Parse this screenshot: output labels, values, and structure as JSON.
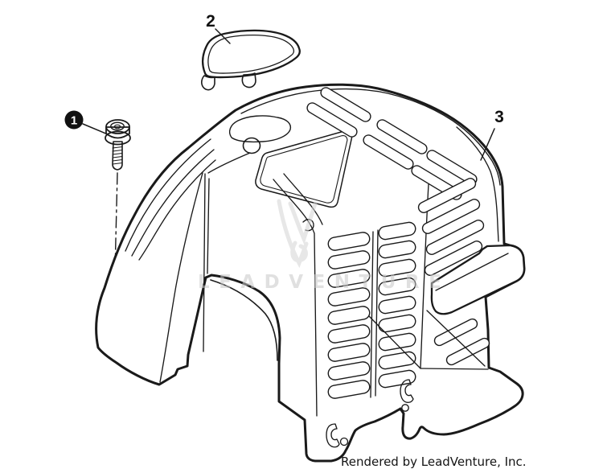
{
  "diagram": {
    "callouts": [
      {
        "label": "1",
        "style": "filled-circle",
        "points_to": "bolt"
      },
      {
        "label": "2",
        "style": "plain",
        "points_to": "small-cover-cap"
      },
      {
        "label": "3",
        "style": "plain",
        "points_to": "engine-cover"
      }
    ],
    "watermark": {
      "text": "LEADVENTURE",
      "logo": "leadventure-flame-v-icon"
    },
    "footer": {
      "text": "Rendered by LeadVenture, Inc."
    },
    "colors": {
      "line": "#1a1a1a",
      "background": "#ffffff",
      "watermark": "#c8c8c8",
      "callout_fill": "#111111",
      "callout_text": "#ffffff"
    }
  }
}
